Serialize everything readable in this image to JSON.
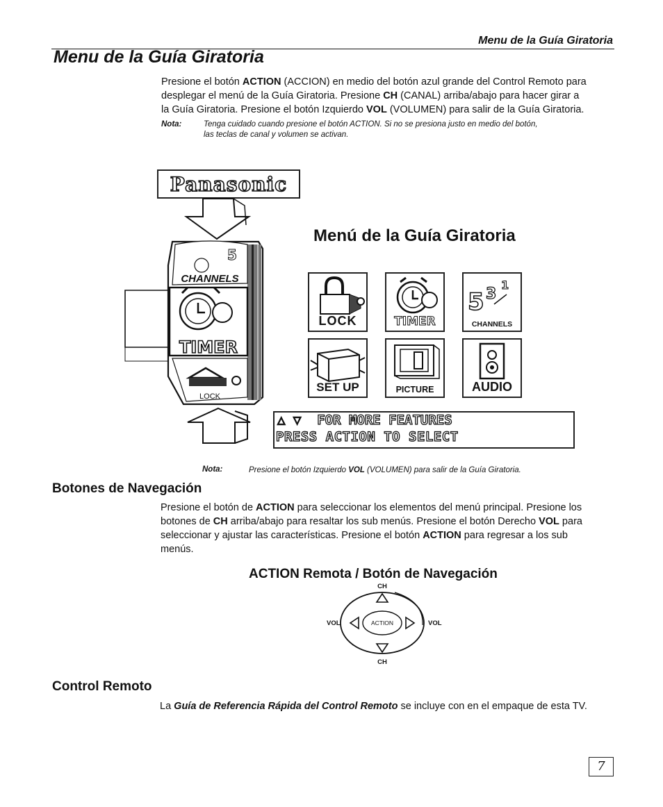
{
  "header": {
    "running_title": "Menu de la Guía Giratoria"
  },
  "section1": {
    "title": "Menu de la Guía Giratoria",
    "para_lines": [
      [
        "Presione el botón ",
        "ACTION",
        " (ACCION) en medio del botón azul grande del Control Remoto para"
      ],
      [
        "desplegar el menú de la Guía Giratoria. Presione ",
        "CH",
        " (CANAL) arriba/abajo para hacer girar a"
      ],
      [
        "la Guía Giratoria.  Presione el botón Izquierdo ",
        "VOL",
        " (VOLUMEN) para salir de la Guía Giratoria."
      ]
    ],
    "note_label": "Nota:",
    "note_line1": "Tenga cuidado cuando presione el botón ACTION. Si no se presiona justo en medio del botón,",
    "note_line2": "las teclas de canal y volumen se activan."
  },
  "figure": {
    "brand": "Panasonic",
    "menu_title": "Menú de la Guía Giratoria",
    "wheel_labels": {
      "top": "CHANNELS",
      "middle": "TIMER",
      "bottom": "LOCK"
    },
    "tiles": [
      {
        "label": "LOCK",
        "icon": "padlock-icon"
      },
      {
        "label": "TIMER",
        "icon": "alarm-clock-icon"
      },
      {
        "label": "CHANNELS",
        "icon": "channel-numbers-icon"
      },
      {
        "label": "SET UP",
        "icon": "setup-box-icon"
      },
      {
        "label": "PICTURE",
        "icon": "tv-screen-icon"
      },
      {
        "label": "AUDIO",
        "icon": "speaker-icon"
      }
    ],
    "banner_line1": "△ ▽  FOR MORE FEATURES",
    "banner_line2": "PRESS ACTION TO SELECT"
  },
  "note2": {
    "label": "Nota:",
    "parts": [
      "Presione el botón Izquierdo ",
      "VOL",
      " (VOLUMEN) para salir de la Guía Giratoria."
    ]
  },
  "section2": {
    "title": "Botones de Navegación",
    "para_lines": [
      [
        "Presione el botón de ",
        "ACTION",
        " para seleccionar los elementos del menú principal. Presione  los"
      ],
      [
        "botones de ",
        "CH",
        " arriba/abajo para resaltar los sub menús. Presione el botón Derecho ",
        "VOL",
        " para"
      ],
      [
        "seleccionar y ajustar las características. Presione el botón ",
        "ACTION",
        " para regresar a los sub"
      ],
      [
        "menús."
      ]
    ],
    "subtitle": "ACTION Remota / Botón de Navegación",
    "remote": {
      "top": "CH",
      "bottom": "CH",
      "left": "VOL",
      "right": "VOL",
      "center": "ACTION"
    }
  },
  "section3": {
    "title": "Control Remoto",
    "text_pre": "La ",
    "text_em": "Guía de Referencia Rápida del Control Remoto",
    "text_post": " se incluye con en el empaque de esta TV."
  },
  "page_number": "7"
}
